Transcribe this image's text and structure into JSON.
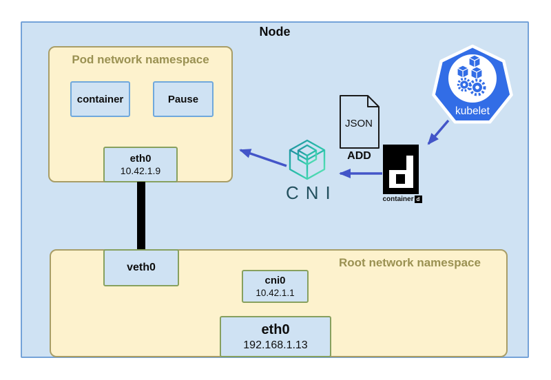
{
  "node": {
    "title": "Node"
  },
  "pod_namespace": {
    "label": "Pod network namespace",
    "container_label": "container",
    "pause_label": "Pause",
    "eth0": {
      "name": "eth0",
      "ip": "10.42.1.9"
    }
  },
  "root_namespace": {
    "label": "Root network namespace",
    "veth0_label": "veth0",
    "cni0": {
      "name": "cni0",
      "ip": "10.42.1.1"
    },
    "eth0": {
      "name": "eth0",
      "ip": "192.168.1.13"
    }
  },
  "cni": {
    "label": "CNI"
  },
  "config_file": {
    "label": "JSON",
    "action": "ADD"
  },
  "containerd": {
    "wordmark": "container",
    "mark": "d"
  },
  "kubelet": {
    "label": "kubelet"
  },
  "colors": {
    "node_fill": "#cfe2f3",
    "node_border": "#74a2d8",
    "namespace_fill": "#fdf2cd",
    "namespace_border": "#a89d66",
    "namespace_label": "#9a9152",
    "interface_border": "#87a05e",
    "process_border": "#6fa8dc",
    "arrow": "#4355c8",
    "kubelet_blue": "#326de6",
    "cni_teal": "#2cc3ab",
    "cni_text": "#23505e",
    "link_black": "#000000"
  }
}
